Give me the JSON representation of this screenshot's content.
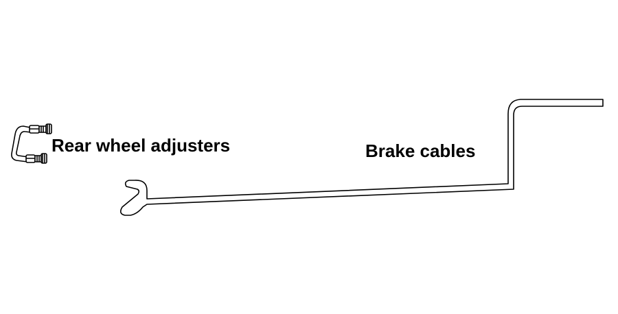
{
  "labels": {
    "adjusters": "Rear wheel adjusters",
    "cables": "Brake cables"
  },
  "colors": {
    "line": "#000000",
    "fill": "#ffffff"
  },
  "parts": [
    {
      "name": "rear-wheel-adjuster-bracket",
      "icon": "adjuster-bracket-icon"
    },
    {
      "name": "brake-cable",
      "icon": "cable-rod-icon"
    }
  ]
}
